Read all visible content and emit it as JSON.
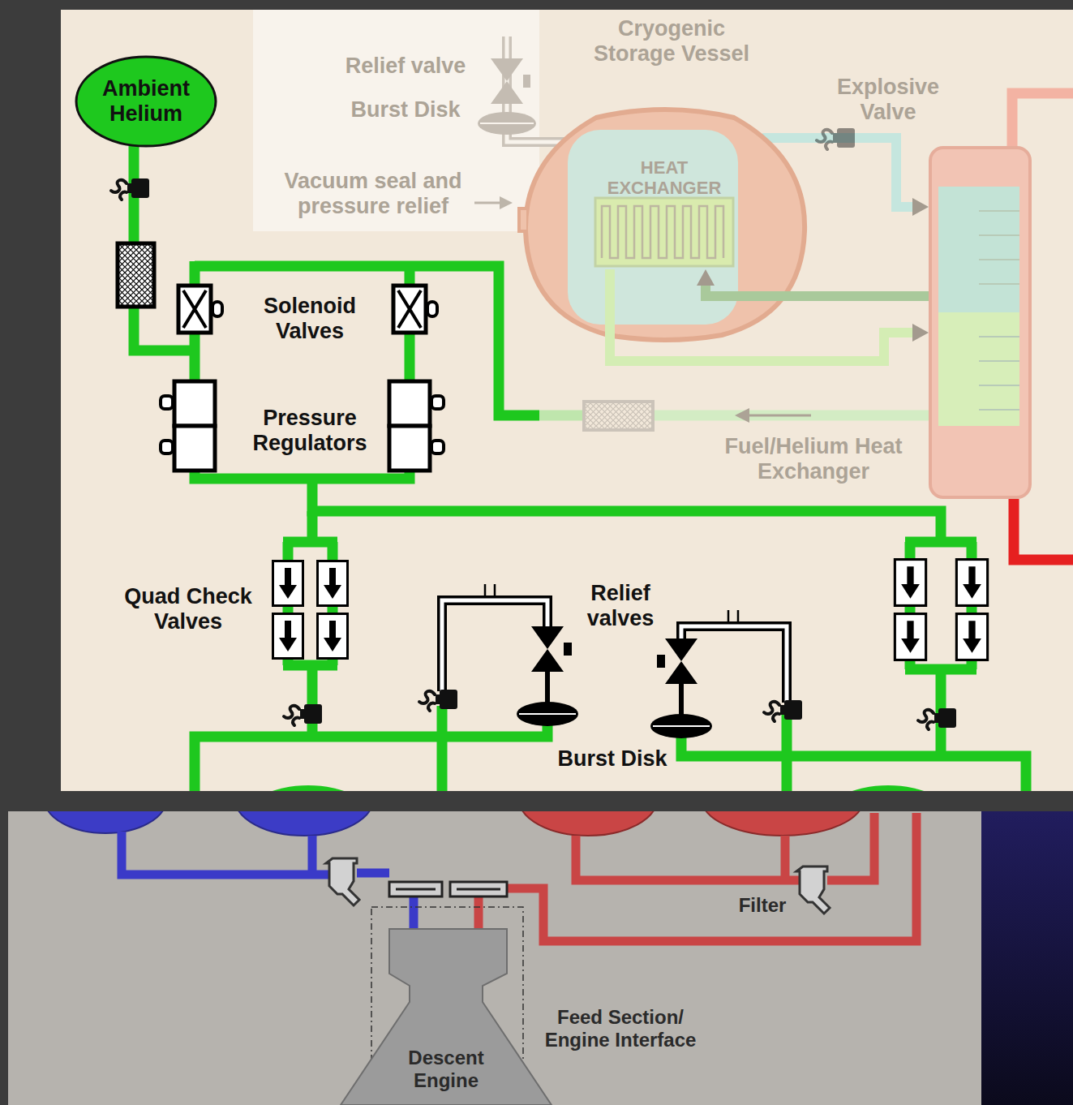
{
  "diagram": {
    "nodes": [
      {
        "text": [
          "Ambient Helium"
        ]
      },
      {
        "text": [
          "Cryogenic Storage Vessel"
        ]
      },
      {
        "text": [
          "HEAT EXCHANGER"
        ],
        "in": 1
      },
      {
        "text": [
          "Fuel/Helium Heat Exchanger"
        ]
      },
      {
        "text": [
          "Descent Engine"
        ]
      }
    ],
    "edges": [
      {
        "from": 3,
        "to": 2,
        "arrow": "to"
      },
      {
        "from": 2,
        "to": 3,
        "arrow": "to"
      },
      {
        "from": 1,
        "to": 3,
        "arrow": "to"
      }
    ],
    "labels": [
      "Relief valve",
      "Burst Disk",
      "Explosive Valve",
      "Vacuum seal and pressure relief",
      "Solenoid Valves",
      "Pressure Regulators",
      "Quad Check Valves",
      "Relief valves",
      "Burst Disk",
      "Filter",
      "Feed Section/ Engine Interface"
    ]
  }
}
